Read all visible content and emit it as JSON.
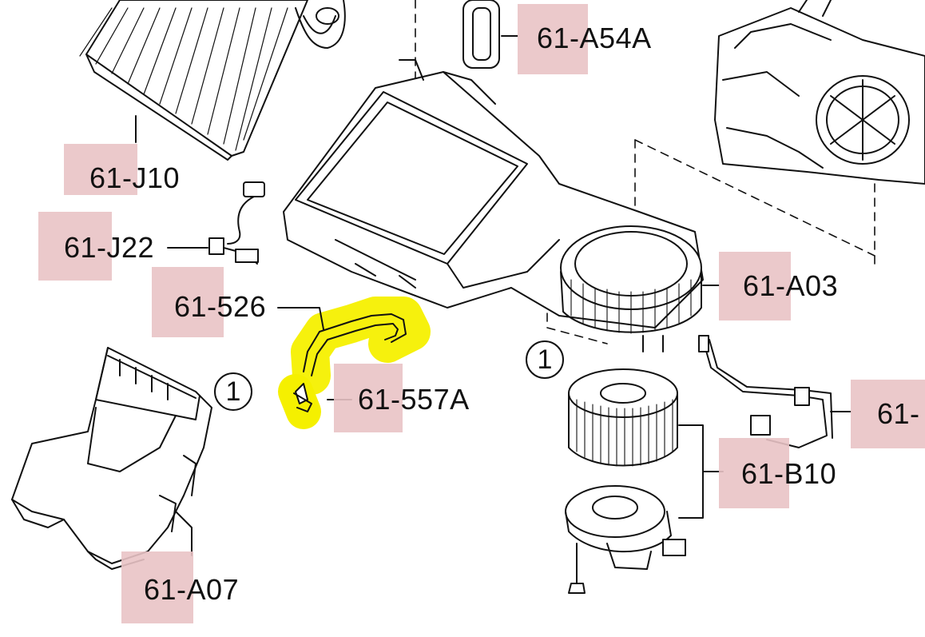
{
  "diagram": {
    "part_labels": [
      {
        "id": "j10",
        "text": "61-J10"
      },
      {
        "id": "j22",
        "text": "61-J22"
      },
      {
        "id": "526",
        "text": "61-526"
      },
      {
        "id": "557a",
        "text": "61-557A"
      },
      {
        "id": "a07",
        "text": "61-A07"
      },
      {
        "id": "a54a",
        "text": "61-A54A"
      },
      {
        "id": "a03",
        "text": "61-A03"
      },
      {
        "id": "b10",
        "text": "61-B10"
      },
      {
        "id": "right-cut",
        "text": "61-"
      }
    ],
    "reference_marks": [
      "1",
      "1"
    ],
    "highlight_color": "#f5f000",
    "label_box_color": "#e9c3c5",
    "line_color": "#111111"
  }
}
